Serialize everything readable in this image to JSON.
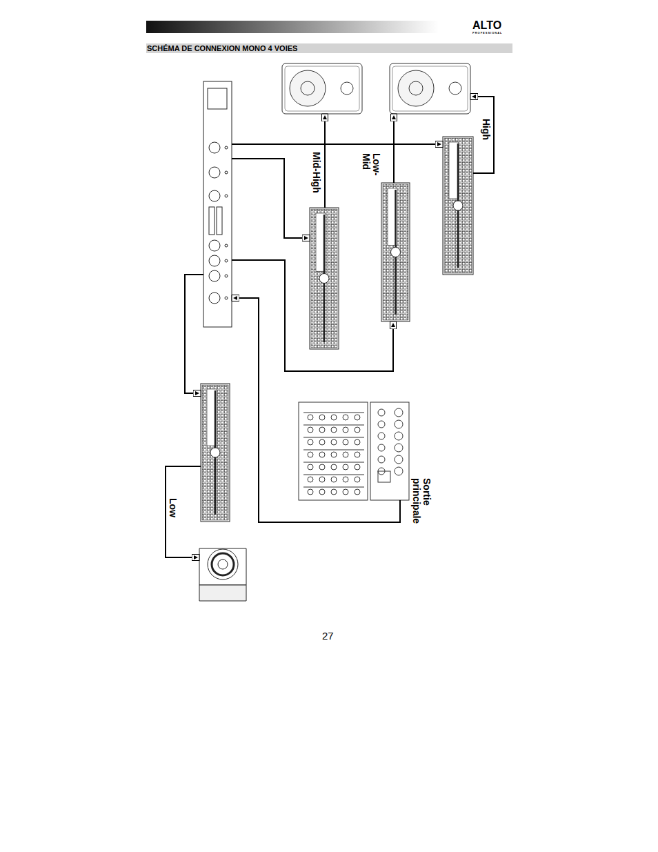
{
  "diagram": {
    "title": "SCHÉMA DE CONNEXION MONO 4 VOIES",
    "nodes": [
      {
        "text": []
      },
      {
        "text": []
      },
      {
        "text": []
      },
      {
        "text": []
      },
      {
        "text": []
      },
      {
        "text": []
      },
      {
        "text": []
      },
      {
        "text": []
      },
      {
        "text": []
      }
    ],
    "edges": [
      {
        "from": 6,
        "to": 0,
        "arrow": "to",
        "label": "Sortie principale"
      },
      {
        "from": 0,
        "to": 3,
        "arrow": "to"
      },
      {
        "from": 0,
        "to": 4,
        "arrow": "to"
      },
      {
        "from": 0,
        "to": 5,
        "arrow": "to"
      },
      {
        "from": 0,
        "to": 7,
        "arrow": "to"
      },
      {
        "from": 4,
        "to": 1,
        "arrow": "to",
        "label": "Mid-High"
      },
      {
        "from": 5,
        "to": 2,
        "arrow": "to",
        "label": "Low- Mid"
      },
      {
        "from": 3,
        "to": 2,
        "arrow": "to",
        "label": "High"
      },
      {
        "from": 7,
        "to": 8,
        "arrow": "to",
        "label": "Low"
      }
    ],
    "labels": [
      "ALTO",
      "PROFESSIONAL",
      "27"
    ]
  }
}
